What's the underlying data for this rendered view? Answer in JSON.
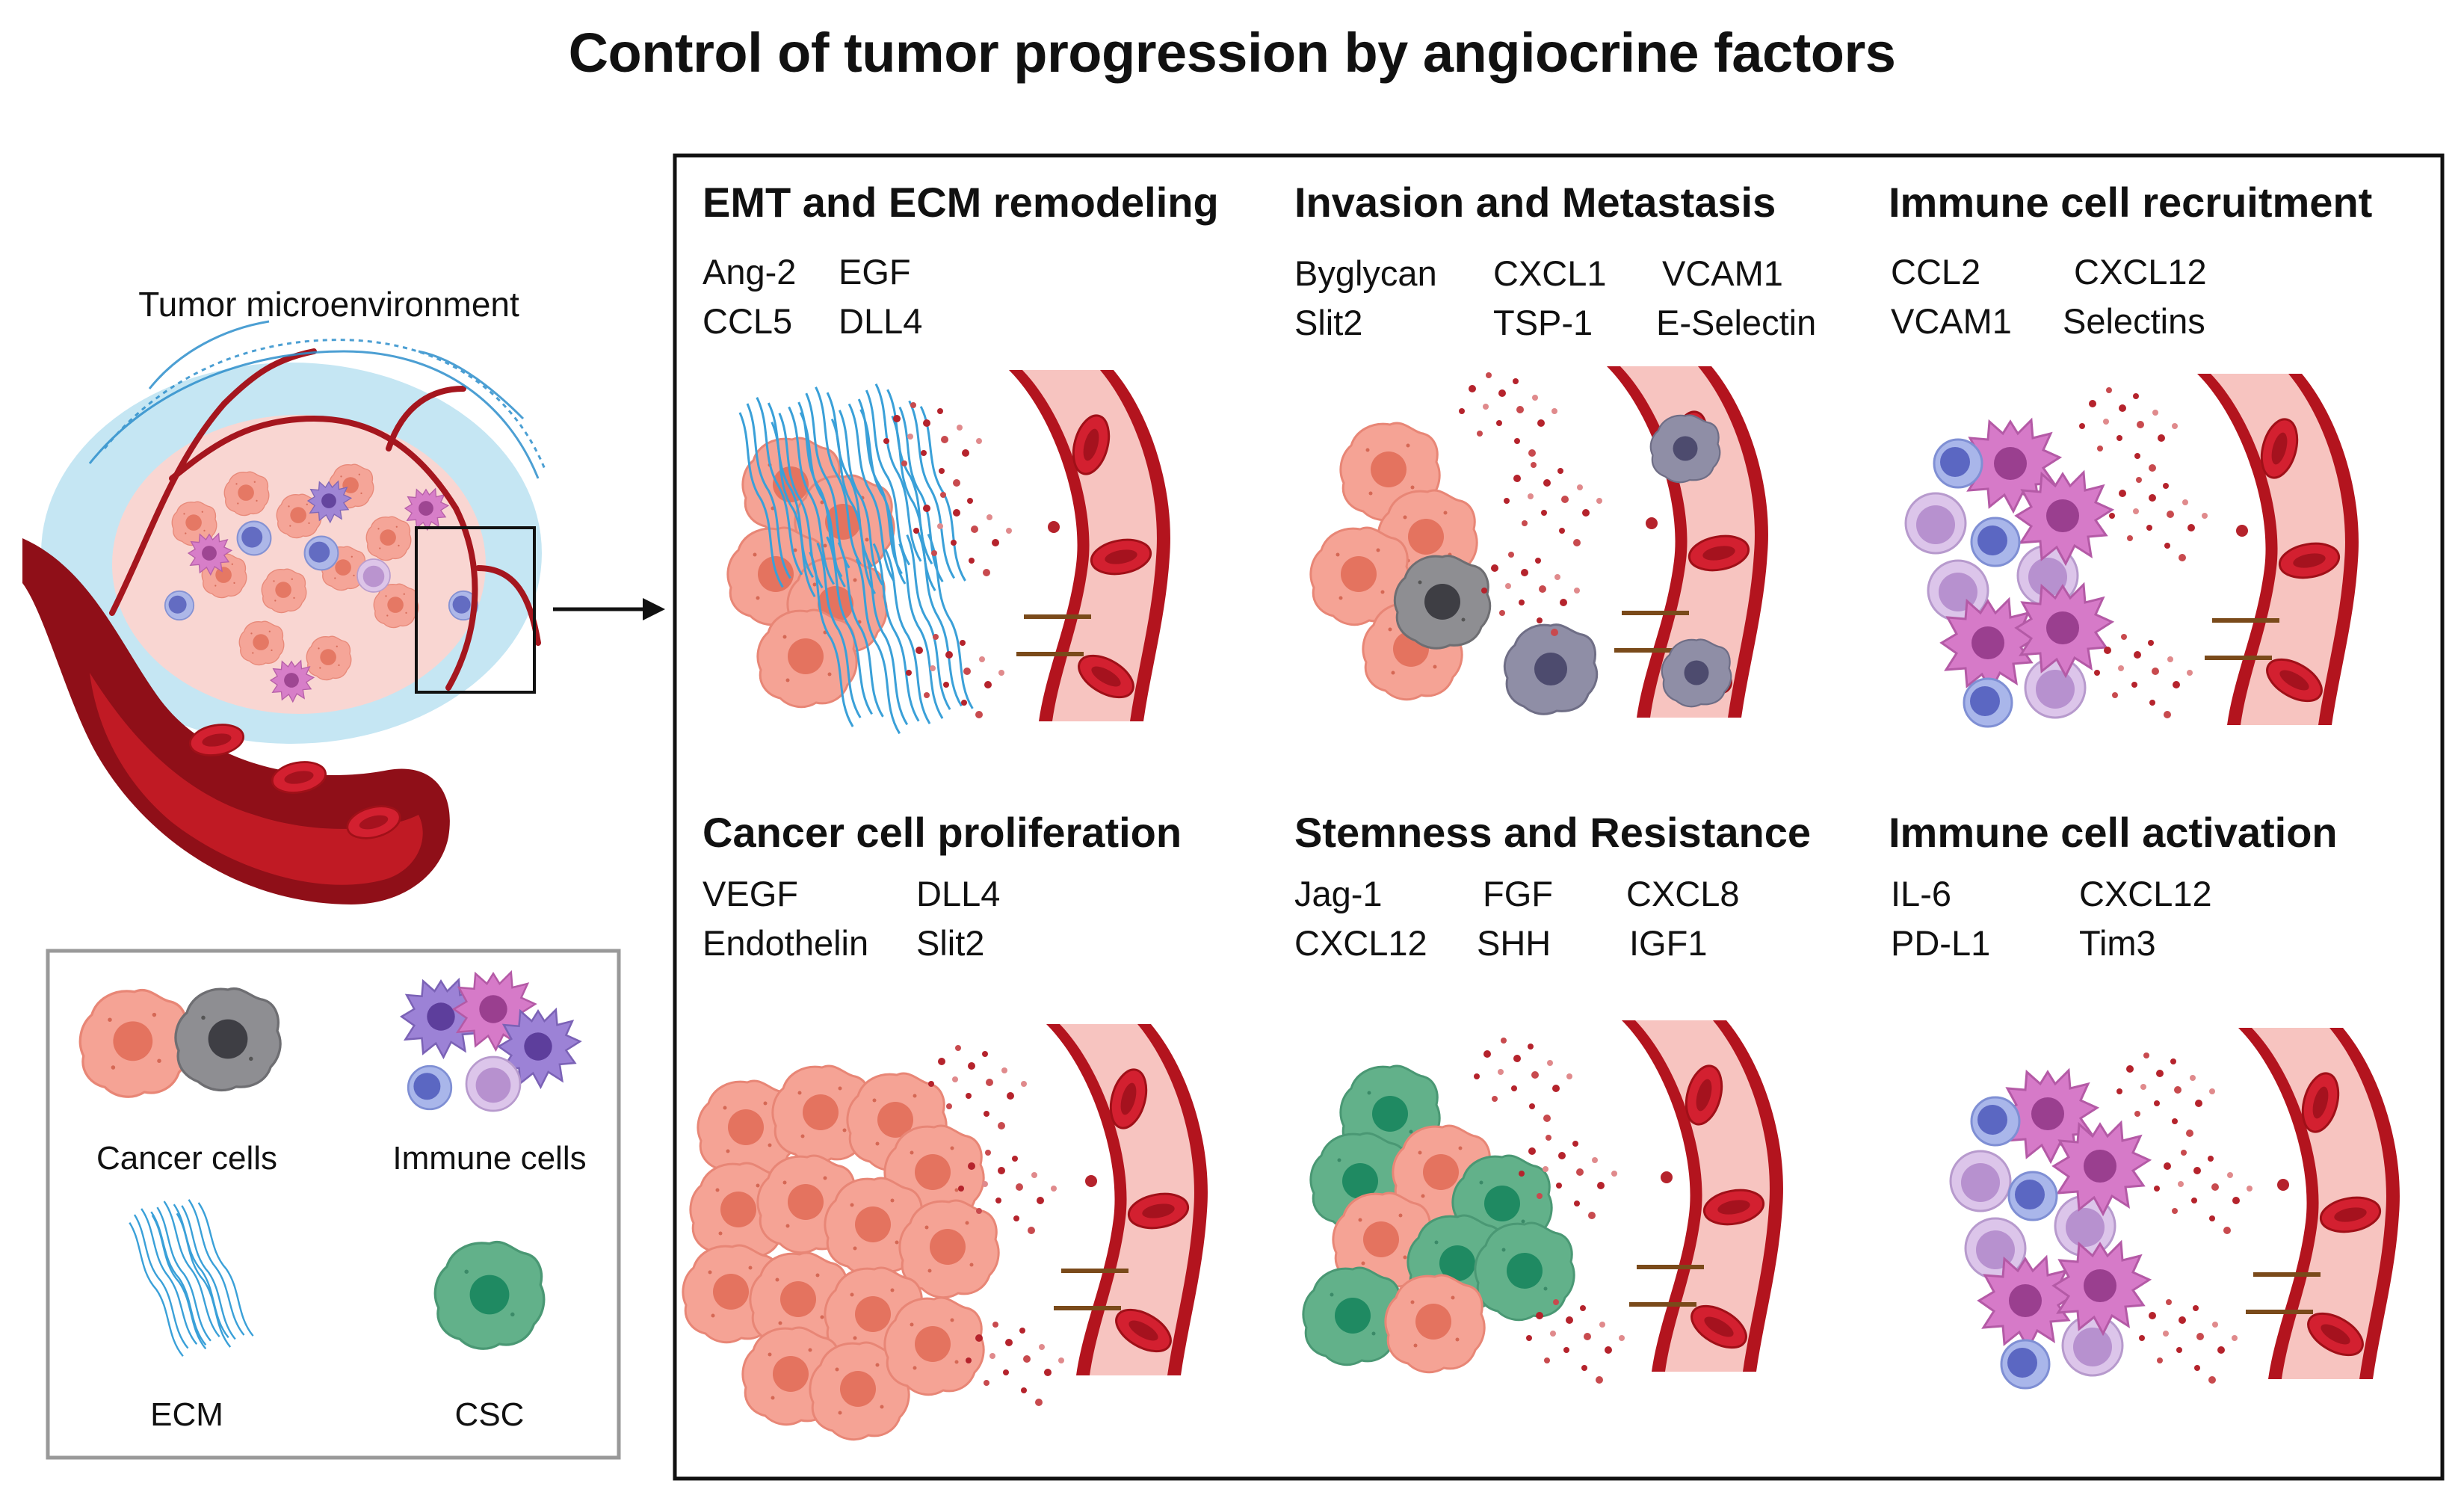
{
  "title": "Control of tumor progression by angiocrine factors",
  "tumor_label": "Tumor microenvironment",
  "legend": {
    "cancer_cells": "Cancer cells",
    "immune_cells": "Immune cells",
    "ecm": "ECM",
    "csc": "CSC"
  },
  "panels": [
    {
      "title": "EMT and ECM remodeling",
      "factors": [
        "Ang-2",
        "EGF",
        "CCL5",
        "DLL4"
      ]
    },
    {
      "title": "Invasion and Metastasis",
      "factors": [
        "Byglycan",
        "CXCL1",
        "VCAM1",
        "Slit2",
        "TSP-1",
        "E-Selectin"
      ]
    },
    {
      "title": "Immune cell recruitment",
      "factors": [
        "CCL2",
        "CXCL12",
        "VCAM1",
        "Selectins"
      ]
    },
    {
      "title": "Cancer cell proliferation",
      "factors": [
        "VEGF",
        "DLL4",
        "Endothelin",
        "Slit2"
      ]
    },
    {
      "title": "Stemness and Resistance",
      "factors": [
        "Jag-1",
        "FGF",
        "CXCL8",
        "CXCL12",
        "SHH",
        "IGF1"
      ]
    },
    {
      "title": "Immune cell activation",
      "factors": [
        "IL-6",
        "CXCL12",
        "PD-L1",
        "Tim3"
      ]
    }
  ],
  "colors": {
    "cancer": "#f4a093",
    "cancer_nucleus": "#e0705e",
    "grey_cell": "#8c8c8c",
    "csc": "#5fae88",
    "immune_purple": "#b9a6e0",
    "immune_pink": "#d77cc9",
    "vessel": "#b3141e",
    "vessel_lumen": "#f7c6c3",
    "rbc": "#d3202c",
    "ecm": "#3a9fd8"
  }
}
